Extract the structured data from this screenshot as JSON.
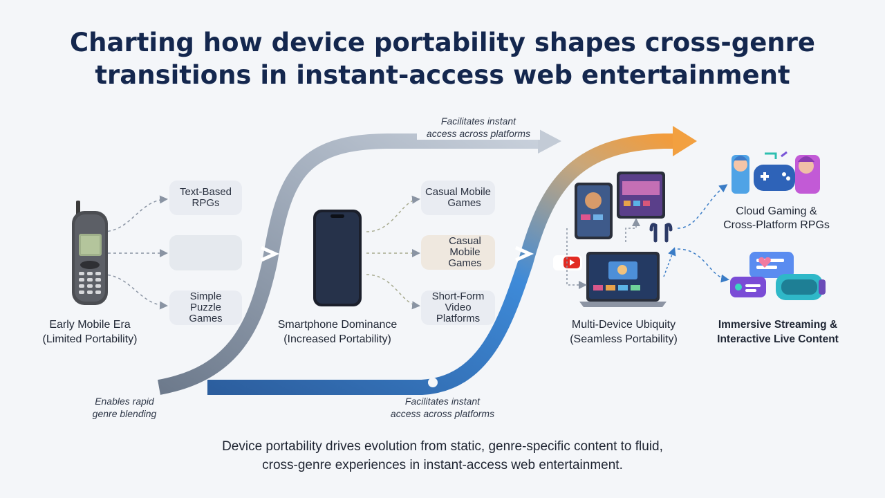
{
  "title": {
    "line1": "Charting how device portability shapes cross-genre",
    "line2": "transitions in instant-access web entertainment"
  },
  "eras": [
    {
      "name": "Early Mobile Era",
      "sub": "(Limited Portability)"
    },
    {
      "name": "Smartphone Dominance",
      "sub": "(Increased Portability)"
    },
    {
      "name": "Multi-Device Ubiquity",
      "sub": "(Seamless Portability)"
    }
  ],
  "early_boxes": [
    {
      "lines": [
        "Text-Based",
        "RPGs"
      ]
    },
    {
      "lines": []
    },
    {
      "lines": [
        "Simple",
        "Puzzle",
        "Games"
      ]
    }
  ],
  "smartphone_boxes": [
    {
      "lines": [
        "Casual Mobile",
        "Games"
      ]
    },
    {
      "lines": [
        "Casual",
        "Mobile",
        "Games"
      ]
    },
    {
      "lines": [
        "Short-Form",
        "Video",
        "Platforms"
      ]
    }
  ],
  "outcomes": [
    {
      "line1": "Cloud Gaming &",
      "line2": "Cross-Platform RPGs"
    },
    {
      "line1": "Immersive Streaming &",
      "line2": "Interactive Live Content"
    }
  ],
  "notes": {
    "top": {
      "line1": "Facilitates instant",
      "line2": "access across platforms"
    },
    "bottom_left": {
      "line1": "Enables rapid",
      "line2": "genre blending"
    },
    "bottom_mid": {
      "line1": "Facilitates instant",
      "line2": "access across platforms"
    }
  },
  "footer": {
    "line1": "Device portability drives evolution from static, genre-specific content to fluid,",
    "line2": "cross-genre experiences in instant-access web entertainment."
  },
  "icons": {
    "phone_old": "feature-phone-icon",
    "phone_smart": "smartphone-icon",
    "devices": "multi-device-icon",
    "cloud_gaming": "cloud-gaming-icon",
    "streaming": "immersive-streaming-icon",
    "video": "video-play-icon",
    "game": "game-controller-icon"
  },
  "colors": {
    "title": "#14274e",
    "grey_path": "#9aa6b6",
    "blue_path": "#3f86d6",
    "orange_arrow": "#f2a040",
    "dark_track": "#4a5a70"
  }
}
